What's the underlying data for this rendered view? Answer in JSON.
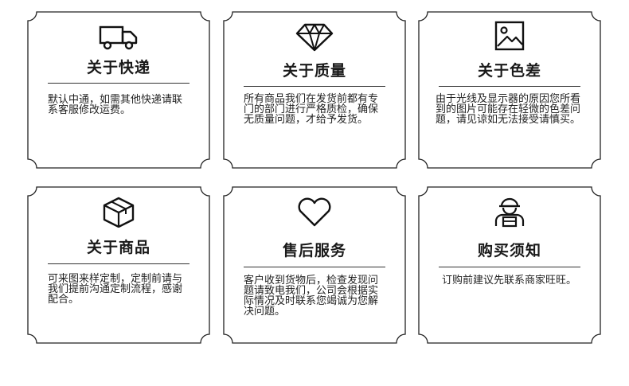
{
  "cards": [
    {
      "icon": "truck-icon",
      "title": "关于快递",
      "text": "默认中通，如需其他快递请联系客服修改运费。"
    },
    {
      "icon": "diamond-icon",
      "title": "关于质量",
      "text": "所有商品我们在发货前都有专门的部门进行严格质检，确保无质量问题，才给予发货。"
    },
    {
      "icon": "picture-icon",
      "title": "关于色差",
      "text": "由于光线及显示器的原因您所看到的图片可能存在轻微的色差问题，请见谅如无法接受请慎买。"
    },
    {
      "icon": "box-icon",
      "title": "关于商品",
      "text": "可来图来样定制，定制前请与我们提前沟通定制流程，感谢配合。"
    },
    {
      "icon": "heart-icon",
      "title": "售后服务",
      "text": "客户收到货物后，检查发现问题请致电我们，公司会根据实际情况及时联系您竭诚为您解决问题。"
    },
    {
      "icon": "courier-icon",
      "title": "购买须知",
      "text": "订购前建议先联系商家旺旺。"
    }
  ]
}
